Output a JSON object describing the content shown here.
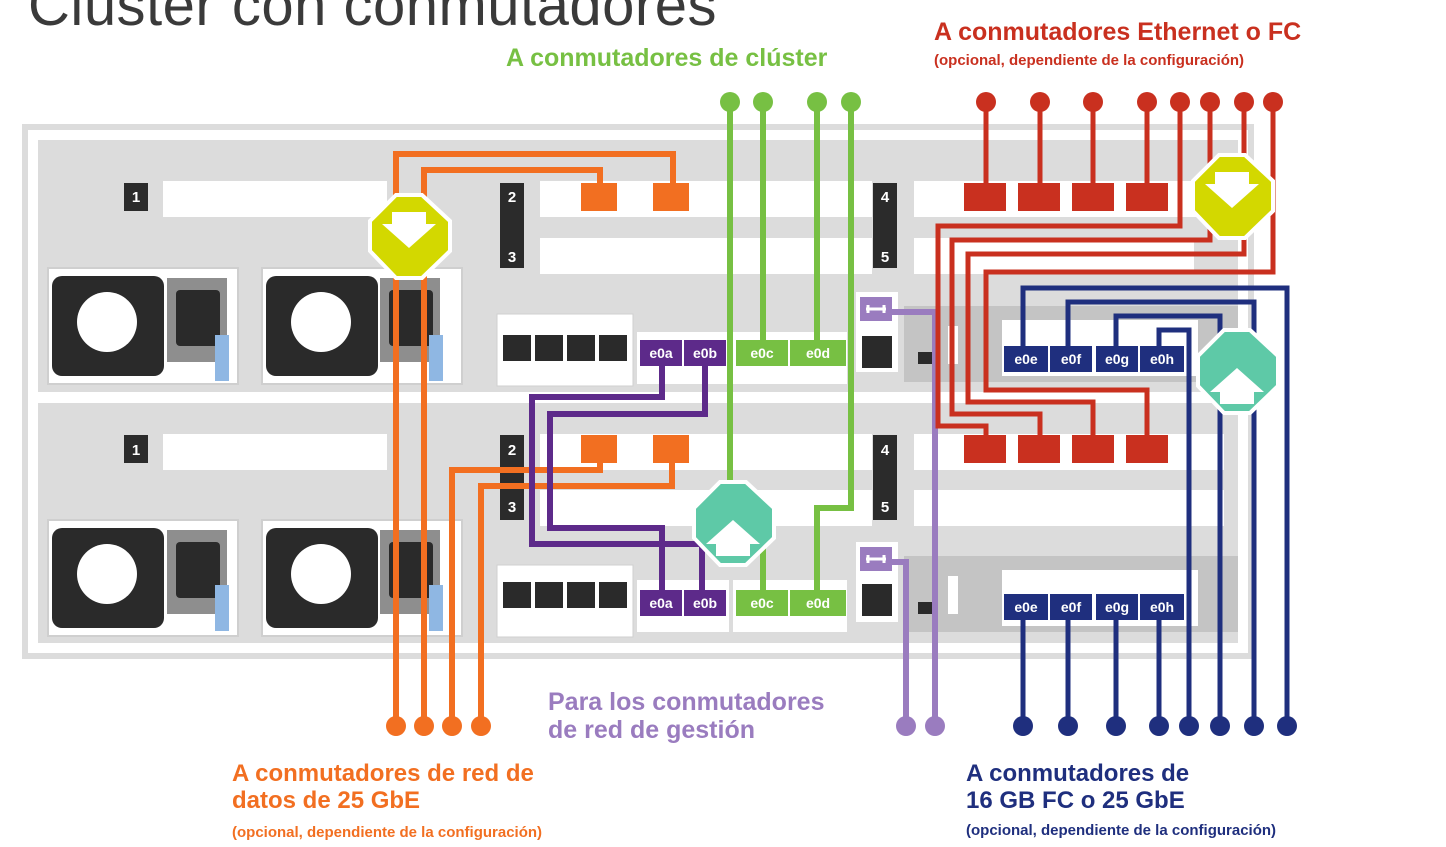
{
  "title": "Clúster con conmutadores",
  "labels": {
    "cluster": "A conmutadores de clúster",
    "eth_fc_title": "A conmutadores Ethernet o FC",
    "eth_fc_note": "(opcional, dependiente de la configuración)",
    "data_title_1": "A conmutadores de red de",
    "data_title_2": "datos de 25 GbE",
    "data_note": "(opcional, dependiente de la configuración)",
    "mgmt_1": "Para los conmutadores",
    "mgmt_2": "de red de gestión",
    "fc_title_1": "A conmutadores de",
    "fc_title_2": "16 GB FC o 25 GbE",
    "fc_note": "(opcional, dependiente de la configuración)"
  },
  "slots": {
    "s1": "1",
    "s2": "2",
    "s3": "3",
    "s4": "4",
    "s5": "5"
  },
  "ports": {
    "e0a": "e0a",
    "e0b": "e0b",
    "e0c": "e0c",
    "e0d": "e0d",
    "e0e": "e0e",
    "e0f": "e0f",
    "e0g": "e0g",
    "e0h": "e0h"
  },
  "colors": {
    "orange": "#f26f21",
    "green": "#77c043",
    "red": "#c9301f",
    "purple": "#5d2a8a",
    "lavender": "#9a7cbf",
    "navy": "#1f2f7e",
    "yellow": "#d3d800",
    "teal": "#5ec9a7",
    "chassis": "#dcdcdc"
  },
  "icons": {
    "down_arrow": "down-arrow-octagon-icon",
    "up_arrow": "up-arrow-octagon-icon",
    "wrench": "wrench-icon",
    "fan": "fan-icon",
    "power": "power-socket-icon"
  }
}
